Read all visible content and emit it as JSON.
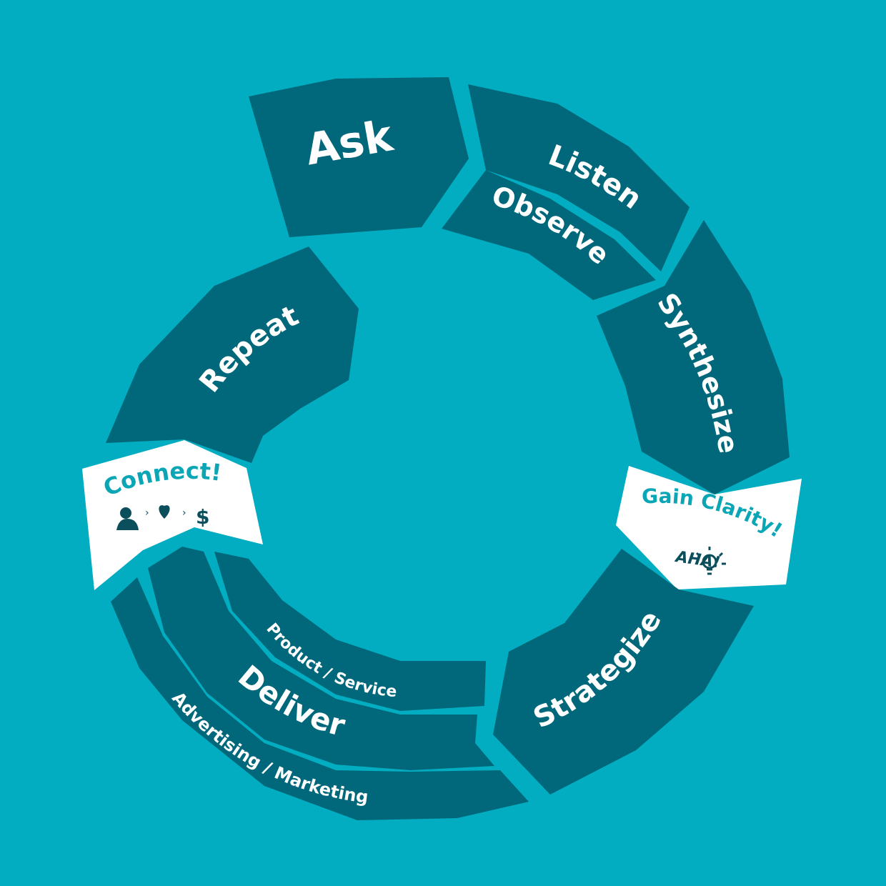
{
  "colors": {
    "background": "#02adc1",
    "segment": "#00687a",
    "note_box": "#ffffff",
    "note_text": "#0aa6b6",
    "icon": "#0b4f5c"
  },
  "steps": {
    "ask": "Ask",
    "listen": "Listen",
    "observe": "Observe",
    "synthesize": "Synthesize",
    "strategize": "Strategize",
    "deliver": "Deliver",
    "product_service": "Product / Service",
    "advertising_marketing": "Advertising / Marketing",
    "repeat": "Repeat"
  },
  "notes": {
    "gain_clarity": "Gain Clarity!",
    "aha": "AHA!",
    "connect": "Connect!",
    "connect_icons": [
      "person-icon",
      "heart-icon",
      "dollar-icon"
    ],
    "clarity_icons": [
      "lightbulb-icon"
    ]
  }
}
